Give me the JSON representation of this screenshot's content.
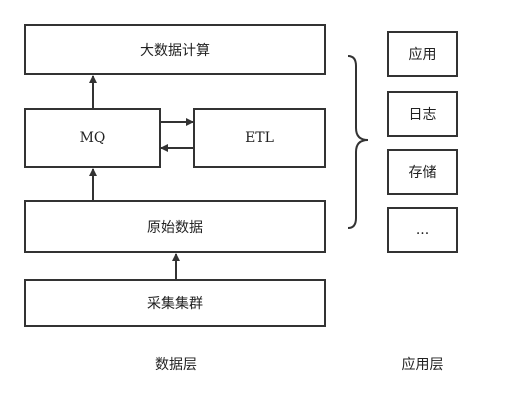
{
  "data_layer": {
    "compute": "大数据计算",
    "mq": "MQ",
    "etl": "ETL",
    "raw_data": "原始数据",
    "collector": "采集集群",
    "caption": "数据层"
  },
  "app_layer": {
    "items": [
      "应用",
      "日志",
      "存储",
      "..."
    ],
    "caption": "应用层"
  }
}
